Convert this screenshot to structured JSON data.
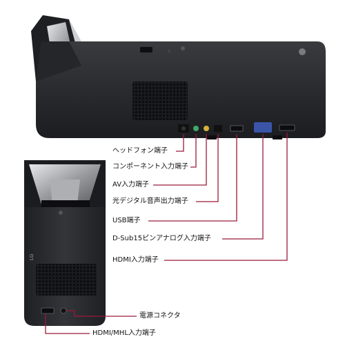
{
  "brand_logo": "LG",
  "colors": {
    "callout_line": "#9a1a3a",
    "body_dark": "#2a2b2e",
    "port_green": "#3fa86a",
    "port_yellow": "#d7b23a",
    "port_blue": "#3a55a8"
  },
  "callouts": {
    "headphone": "ヘッドフォン端子",
    "component": "コンポーネント入力端子",
    "av": "AV入力端子",
    "optical": "光デジタル音声出力端子",
    "usb": "USB端子",
    "dsub": "D-Sub15ピンアナログ入力端子",
    "hdmi": "HDMI入力端子",
    "power": "電源コネクタ",
    "hdmi_mhl": "HDMI/MHL入力端子"
  }
}
